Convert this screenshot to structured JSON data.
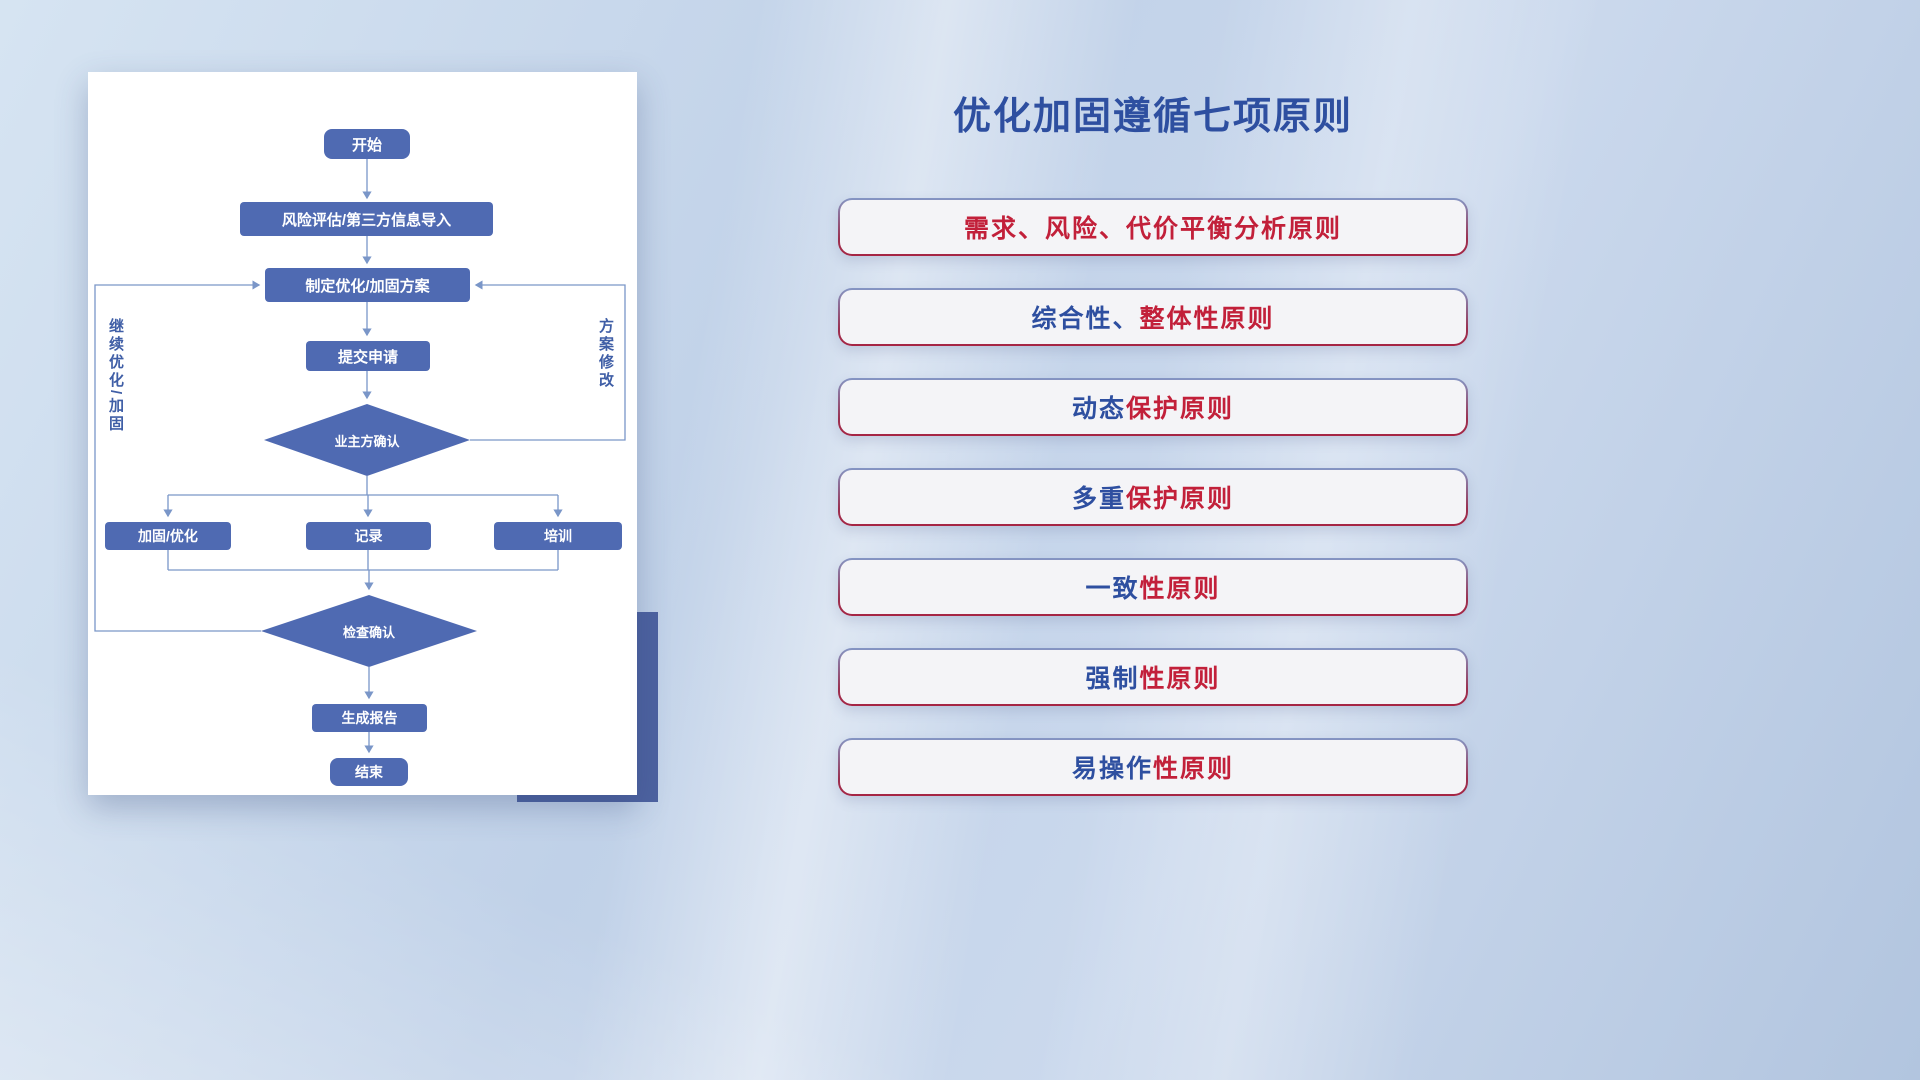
{
  "page": {
    "title": "优化加固遵循七项原则"
  },
  "colors": {
    "title_blue": "#2e4fa0",
    "principle_red": "#c2203a",
    "principle_blue": "#2e4fa0",
    "node_fill": "#4f6ab2",
    "connector_line": "#7a96c8",
    "accent_block": "#4d62a0"
  },
  "flowchart": {
    "nodes": {
      "start": "开始",
      "risk": "风险评估/第三方信息导入",
      "plan": "制定优化/加固方案",
      "submit": "提交申请",
      "confirm": "业主方确认",
      "reinforce": "加固/优化",
      "record": "记录",
      "training": "培训",
      "check": "检查确认",
      "report": "生成报告",
      "end": "结束"
    },
    "labels": {
      "left_loop": "继续优化/加固",
      "right_loop": "方案修改"
    }
  },
  "principles": {
    "items": [
      {
        "parts": [
          {
            "text": "需求、风险、代价平衡分析原则",
            "color": "#c2203a"
          }
        ]
      },
      {
        "parts": [
          {
            "text": "综合性、",
            "color": "#2e4fa0"
          },
          {
            "text": "整体性原则",
            "color": "#c2203a"
          }
        ]
      },
      {
        "parts": [
          {
            "text": "动态",
            "color": "#2e4fa0"
          },
          {
            "text": "保护原则",
            "color": "#c2203a"
          }
        ]
      },
      {
        "parts": [
          {
            "text": "多重",
            "color": "#2e4fa0"
          },
          {
            "text": "保护原则",
            "color": "#c2203a"
          }
        ]
      },
      {
        "parts": [
          {
            "text": "一致",
            "color": "#2e4fa0"
          },
          {
            "text": "性原则",
            "color": "#c2203a"
          }
        ]
      },
      {
        "parts": [
          {
            "text": "强制",
            "color": "#2e4fa0"
          },
          {
            "text": "性原则",
            "color": "#c2203a"
          }
        ]
      },
      {
        "parts": [
          {
            "text": "易操作",
            "color": "#2e4fa0"
          },
          {
            "text": "性原则",
            "color": "#c2203a"
          }
        ]
      }
    ]
  }
}
